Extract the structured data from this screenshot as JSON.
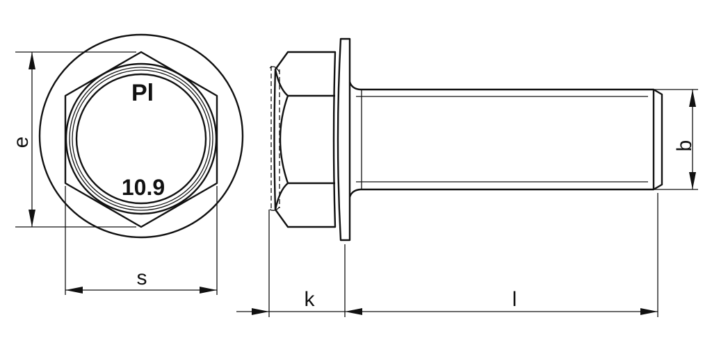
{
  "title": "Hexagon flange bolt technical drawing",
  "head_markings": {
    "manufacturer": "Pl",
    "property_class": "10.9"
  },
  "dimensions": {
    "e": "e",
    "s": "s",
    "k": "k",
    "l": "l",
    "b": "b"
  },
  "views": [
    "top-view",
    "side-view"
  ],
  "colors": {
    "line": "#111111",
    "background": "#ffffff"
  }
}
